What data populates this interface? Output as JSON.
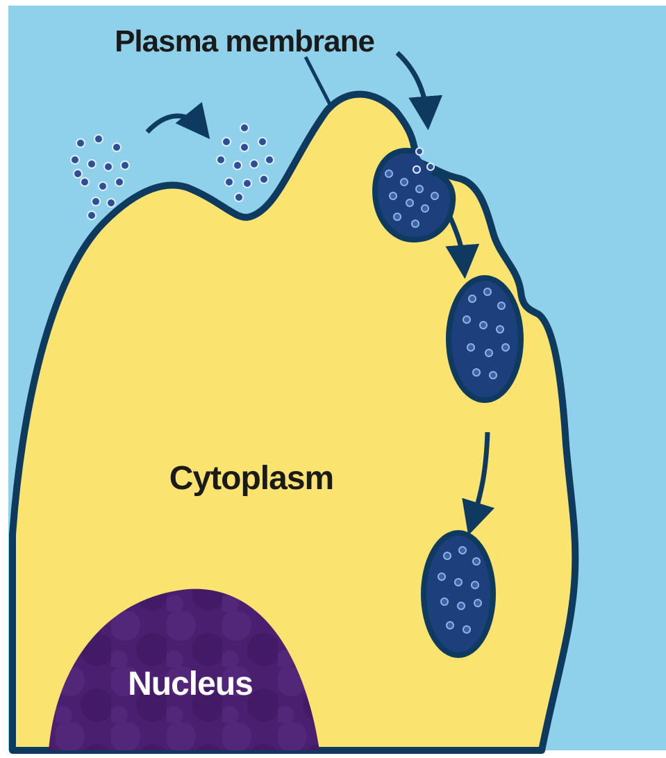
{
  "labels": {
    "membrane": "Plasma membrane",
    "cytoplasm": "Cytoplasm",
    "nucleus": "Nucleus"
  },
  "colors": {
    "extracellular": "#8fd1ea",
    "cytoplasm": "#fbe36f",
    "membrane": "#0f3a5f",
    "vesicle": "#1d3f7c",
    "particle": "#2c4f97",
    "nucleus": "#4a1f70",
    "label_dark": "#1a1a1a",
    "label_light": "#ffffff"
  }
}
